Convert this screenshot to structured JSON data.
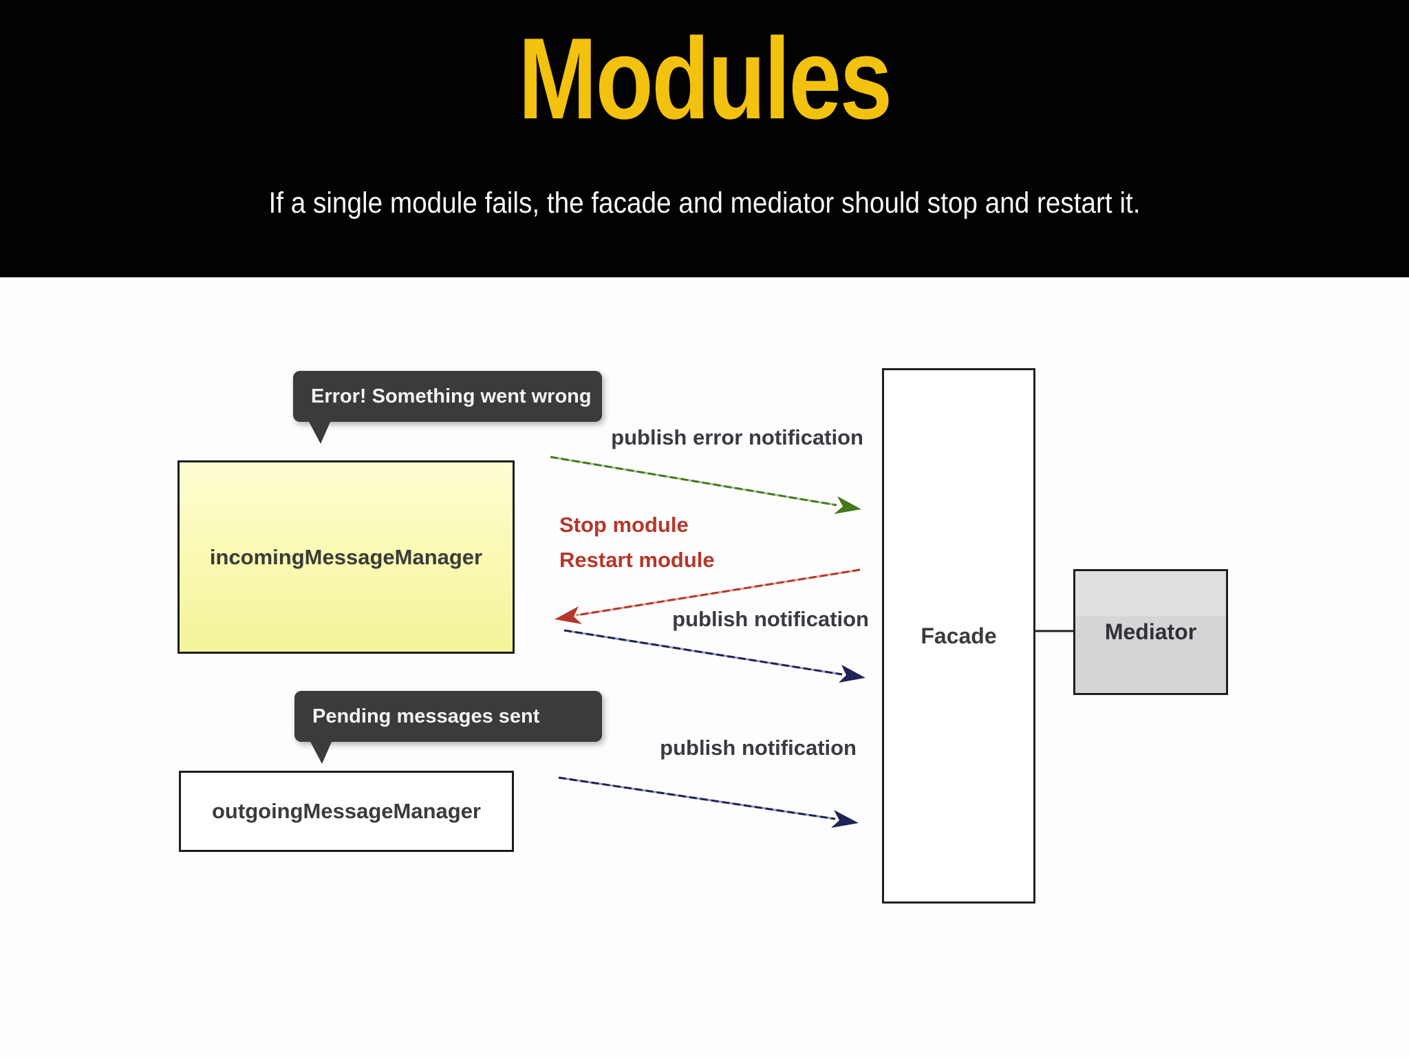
{
  "header": {
    "title": "Modules",
    "subtitle": "If a single module fails, the facade and mediator should stop and restart it."
  },
  "diagram": {
    "tooltips": {
      "error": "Error! Something went wrong",
      "pending": "Pending messages sent"
    },
    "nodes": {
      "incoming": "incomingMessageManager",
      "outgoing": "outgoingMessageManager",
      "facade": "Facade",
      "mediator": "Mediator"
    },
    "labels": {
      "publish_error": "publish error notification",
      "stop_module": "Stop module",
      "restart_module": "Restart module",
      "publish_notification_mid": "publish notification",
      "publish_notification_bottom": "publish notification"
    },
    "colors": {
      "title_yellow": "#F2C20E",
      "header_black": "#020202",
      "tooltip_bg": "#3B3B3B",
      "module_yellow": "#F7F7A6",
      "mediator_gray": "#D8D8D8",
      "arrow_green": "#45791D",
      "arrow_red": "#B5372A",
      "arrow_navy": "#1F2357",
      "connector_black": "#222222",
      "label_dark": "#3A3A42"
    }
  }
}
